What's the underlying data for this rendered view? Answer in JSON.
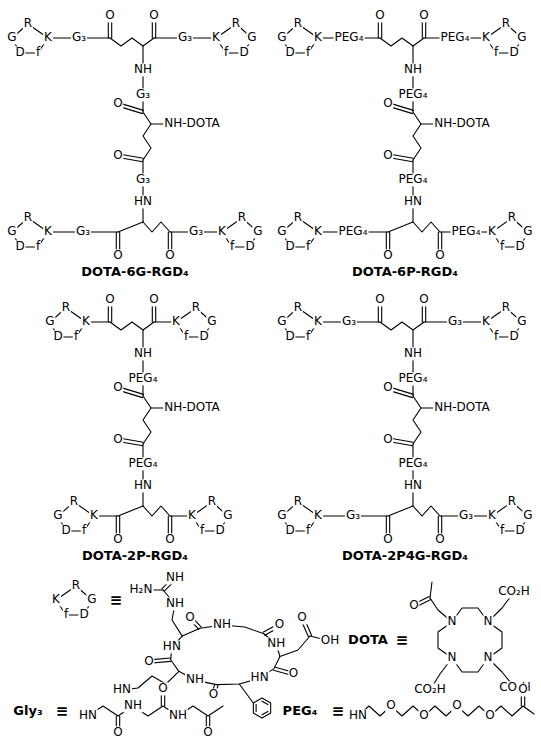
{
  "diagram": {
    "labels": [
      "R",
      "G",
      "K",
      "D",
      "f",
      "G₃",
      "O",
      "O",
      "G₃",
      "R",
      "K",
      "G",
      "f",
      "D",
      "NH",
      "G₃",
      "O",
      "NH-DOTA",
      "O",
      "G₃",
      "HN",
      "R",
      "G",
      "K",
      "D",
      "f",
      "G₃",
      "O",
      "O",
      "G₃",
      "R",
      "K",
      "G",
      "f",
      "D",
      "DOTA-6G-RGD₄",
      "R",
      "G",
      "K",
      "D",
      "f",
      "PEG₄",
      "O",
      "O",
      "PEG₄",
      "R",
      "K",
      "G",
      "f",
      "D",
      "NH",
      "PEG₄",
      "O",
      "NH-DOTA",
      "O",
      "PEG₄",
      "HN",
      "R",
      "G",
      "K",
      "D",
      "f",
      "PEG₄",
      "O",
      "O",
      "PEG₄",
      "R",
      "K",
      "G",
      "f",
      "D",
      "DOTA-6P-RGD₄",
      "R",
      "G",
      "K",
      "D",
      "f",
      "O",
      "O",
      "R",
      "K",
      "G",
      "f",
      "D",
      "NH",
      "PEG₄",
      "O",
      "NH-DOTA",
      "O",
      "PEG₄",
      "HN",
      "R",
      "G",
      "K",
      "D",
      "f",
      "O",
      "O",
      "R",
      "K",
      "G",
      "f",
      "D",
      "DOTA-2P-RGD₄",
      "R",
      "G",
      "K",
      "D",
      "f",
      "G₃",
      "O",
      "O",
      "G₃",
      "R",
      "K",
      "G",
      "f",
      "D",
      "NH",
      "PEG₄",
      "O",
      "NH-DOTA",
      "O",
      "PEG₄",
      "HN",
      "R",
      "G",
      "K",
      "D",
      "f",
      "G₃",
      "O",
      "O",
      "G₃",
      "R",
      "K",
      "G",
      "f",
      "D",
      "DOTA-2P4G-RGD₄",
      "R",
      "K",
      "G",
      "f",
      "D",
      "≡",
      "H₂N",
      "NH",
      "NH",
      "HN",
      "NH",
      "NH",
      "HN",
      "NH",
      "O",
      "O",
      "O",
      "O",
      "O",
      "O",
      "OH",
      "HN",
      "DOTA",
      "≡",
      "O",
      "CO₂H",
      "N",
      "N",
      "N",
      "N",
      "CO₂H",
      "CO₂H",
      "Gly₃",
      "≡",
      "HN",
      "O",
      "NH",
      "O",
      "NH",
      "O",
      "PEG₄",
      "≡",
      "HN",
      "O",
      "O",
      "O",
      "O",
      "O"
    ]
  }
}
